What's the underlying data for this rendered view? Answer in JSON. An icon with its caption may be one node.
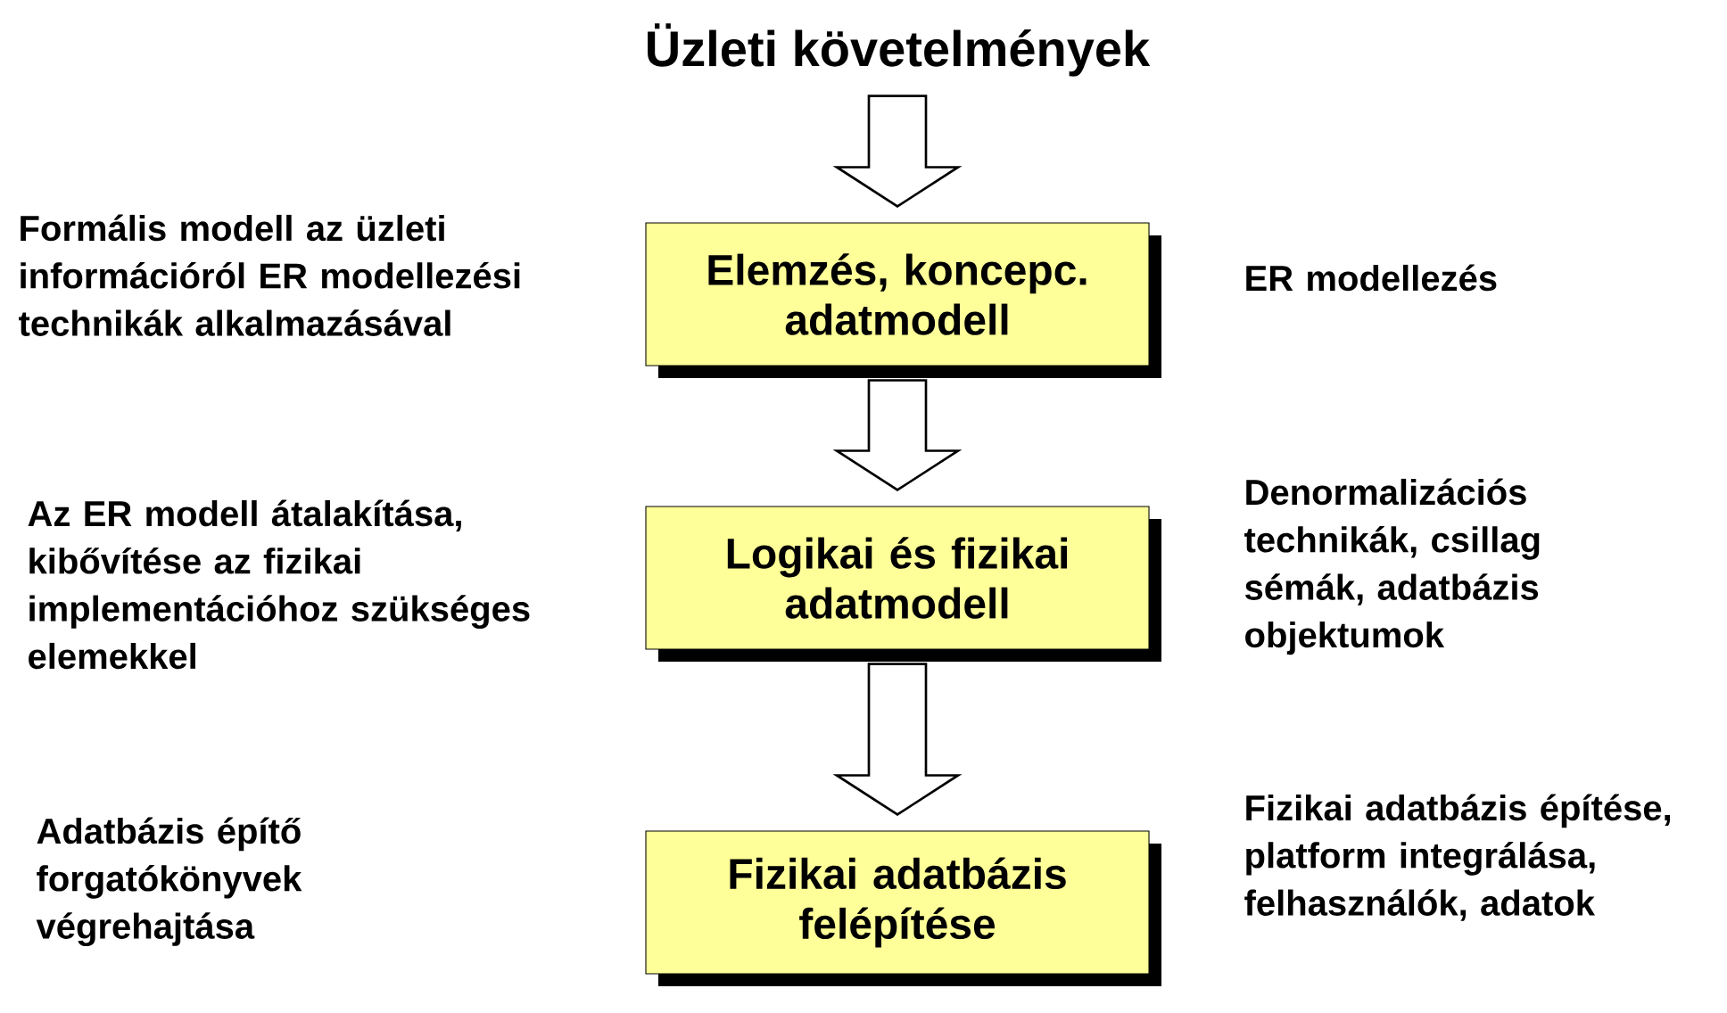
{
  "diagram": {
    "nodes": [
      {
        "text": [
          "Üzleti követelmények"
        ]
      },
      {
        "text": [
          "Elemzés, koncepc. adatmodell"
        ],
        "beside": [
          "Formális modell az üzleti információról  ER modellezési technikák alkalmazásával",
          "ER modellezés"
        ]
      },
      {
        "text": [
          "Logikai és fizikai adatmodell"
        ],
        "beside": [
          "Az ER modell átalakítása, kibővítése az fizikai implementációhoz szükséges elemekkel",
          "Denormalizációs technikák, csillag sémák, adatbázis objektumok"
        ]
      },
      {
        "text": [
          "Fizikai adatbázis felépítése"
        ],
        "beside": [
          "Fizikai adatbázis építése, platform integrálása, felhasználók, adatok"
        ]
      }
    ],
    "labels": [
      "Adatbázis építő forgatókönyvek végrehajtása"
    ],
    "edges": [
      {
        "from": 0,
        "to": 1,
        "arrow": "to"
      },
      {
        "from": 1,
        "to": 2,
        "arrow": "to"
      },
      {
        "from": 2,
        "to": 3,
        "arrow": "to"
      }
    ]
  }
}
